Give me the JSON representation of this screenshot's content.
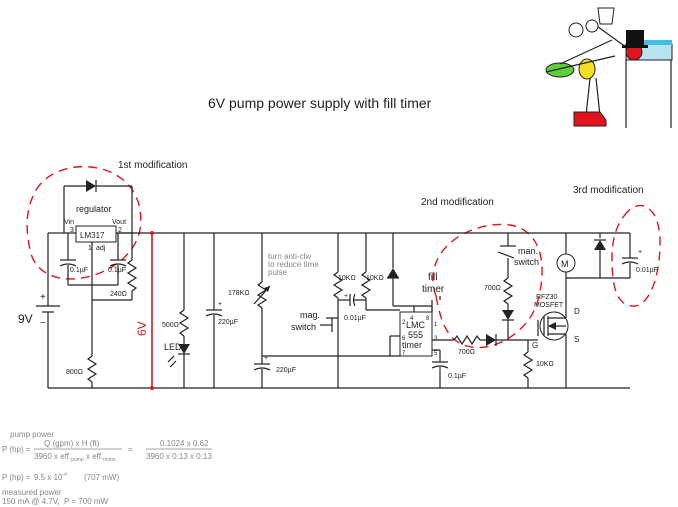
{
  "title": "6V pump power supply with fill timer",
  "modifications": {
    "first": "1st modification",
    "second": "2nd modification",
    "third": "3rd modification"
  },
  "colors": {
    "wire": "#222222",
    "annotation": "#e0141c",
    "note": "#888888"
  },
  "regulator": {
    "title": "regulator",
    "chip": "LM317",
    "vin": "Vin",
    "vout": "Vout",
    "adj": "adj",
    "pin1": "1",
    "pin2": "2",
    "pin3": "3"
  },
  "components": {
    "battery": "9V",
    "rail": "6V",
    "c_in": "0.1µF",
    "c_out": "0.1µF",
    "r_adj": "240Ω",
    "r_bottom": "800Ω",
    "r_led": "500Ω",
    "led": "LED",
    "c_bulk": "220µF",
    "pot": "178KΩ",
    "pot_note_1": "turn anti-clw",
    "pot_note_2": "to reduce time",
    "pot_note_3": "pulse",
    "c_timing": "220µF",
    "r_10k_a": "10KΩ",
    "r_10k_b": "10KΩ",
    "c_ctrl": "0.01µF",
    "mag_switch_1": "mag.",
    "mag_switch_2": "switch",
    "fill_timer_1": "fill",
    "fill_timer_2": "timer",
    "timer_chip_1": "LMC",
    "timer_chip_2": "555",
    "timer_chip_3": "timer",
    "c_555": "0.1µF",
    "r_700_out": "700Ω",
    "r_700_sw": "700Ω",
    "man_switch_1": "man.",
    "man_switch_2": "switch",
    "mosfet_1": "RFZ30",
    "mosfet_2": "MOSFET",
    "gate": "G",
    "drain": "D",
    "source": "S",
    "r_gate": "10KΩ",
    "motor": "M",
    "c_motor": "0.01µF",
    "pin4": "4",
    "pin8": "8",
    "pin2": "2",
    "pin6": "6",
    "pin7": "7",
    "pin1": "1",
    "pin3": "3",
    "pin5": "5"
  },
  "notes": {
    "heading": "pump power",
    "formula_lhs": "P (hp) =",
    "formula_num": "Q (gpm) x H (ft)",
    "formula_den_a": "3960 x eff.",
    "formula_den_pump": "pump",
    "formula_den_b": "x eff.",
    "formula_den_motor": "motor",
    "equals": "=",
    "value_num": "0.1024 x 0.62",
    "value_den": "3960 x 0.13 x 0.13",
    "result_lhs": "P (hp) =",
    "result_mantissa": "9.5 x 10",
    "result_exp": "-4",
    "result_watts": "(707 mW)",
    "measured_1": "measured power",
    "measured_2": "150 mA @ 4.7V,",
    "measured_3": "P = 700 mW"
  }
}
